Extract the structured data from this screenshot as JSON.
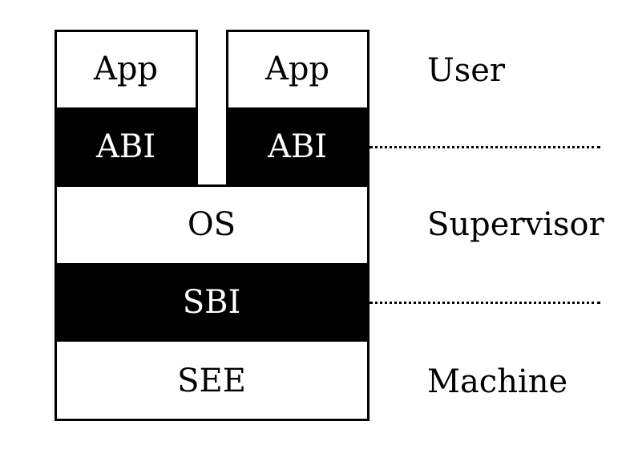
{
  "diagram": {
    "stack": {
      "app_left": "App",
      "app_right": "App",
      "abi_left": "ABI",
      "abi_right": "ABI",
      "os": "OS",
      "sbi": "SBI",
      "see": "SEE"
    },
    "levels": {
      "user": "User",
      "supervisor": "Supervisor",
      "machine": "Machine"
    },
    "colors": {
      "interface_fill": "#000000",
      "component_fill": "#ffffff",
      "outline": "#000000"
    }
  }
}
